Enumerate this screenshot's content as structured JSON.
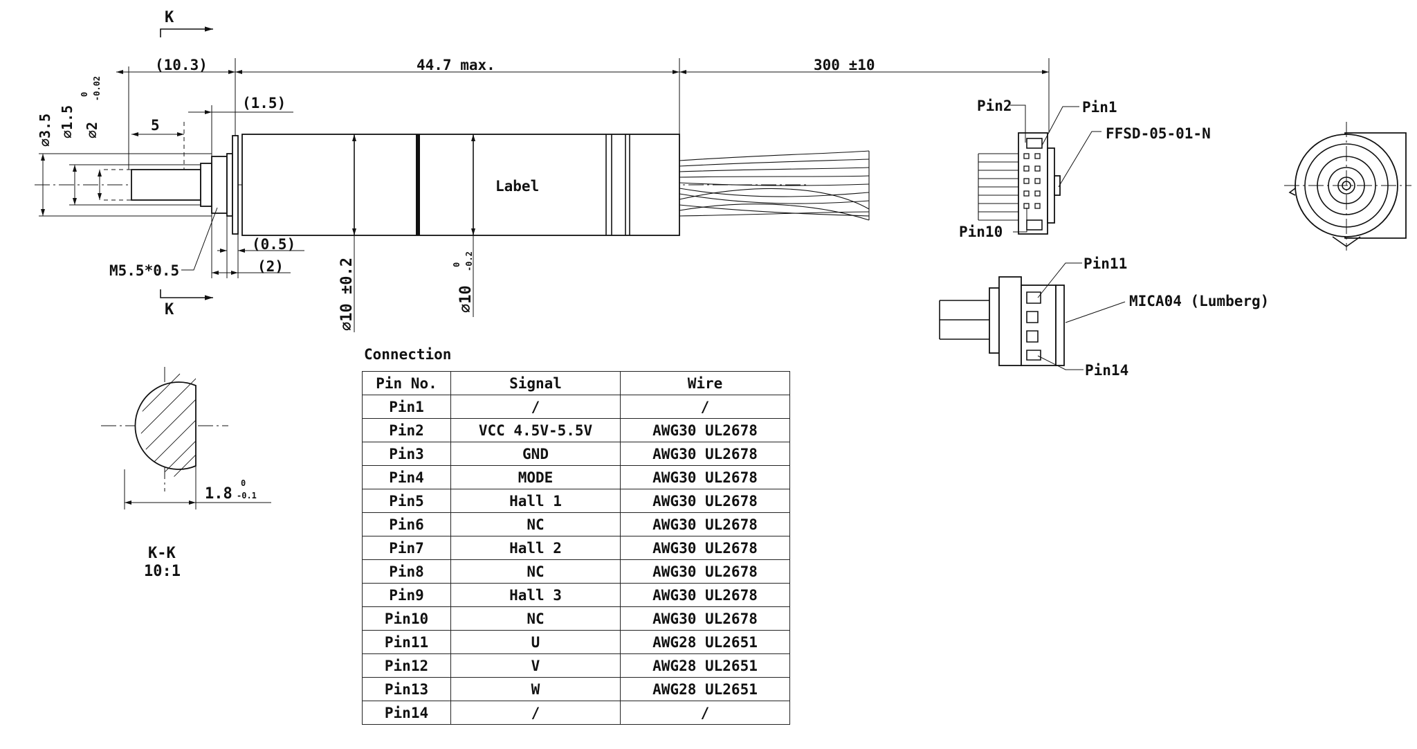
{
  "section_marker": {
    "letter": "K"
  },
  "dimensions": {
    "overall_front": "(10.3)",
    "body_length": "44.7 max.",
    "cable_length": "300 ±10",
    "flange": "(1.5)",
    "shaft_flat": "5",
    "dia_a": "⌀3.5",
    "dia_b": "⌀1.5",
    "dia_shaft": "⌀2",
    "dia_shaft_tol_top": "0",
    "dia_shaft_tol_bottom": "-0.02",
    "gap_small": "(0.5)",
    "gap_two": "(2)",
    "thread": "M5.5*0.5",
    "body_dia_1": "⌀10 ±0.2",
    "body_dia_2": "⌀10",
    "body_dia_2_tol_top": "0",
    "body_dia_2_tol_bottom": "-0.2",
    "flat_depth": "1.8",
    "flat_depth_tol_top": "0",
    "flat_depth_tol_bottom": "-0.1"
  },
  "labels": {
    "body_label": "Label",
    "pin2": "Pin2",
    "pin1": "Pin1",
    "pin10": "Pin10",
    "connector_a": "FFSD-05-01-N",
    "pin11": "Pin11",
    "pin14": "Pin14",
    "connector_b": "MICA04 (Lumberg)",
    "section_title": "K-K",
    "section_scale": "10:1"
  },
  "connection": {
    "title": "Connection",
    "headers": [
      "Pin No.",
      "Signal",
      "Wire"
    ],
    "rows": [
      [
        "Pin1",
        "/",
        "/"
      ],
      [
        "Pin2",
        "VCC 4.5V-5.5V",
        "AWG30 UL2678"
      ],
      [
        "Pin3",
        "GND",
        "AWG30 UL2678"
      ],
      [
        "Pin4",
        "MODE",
        "AWG30 UL2678"
      ],
      [
        "Pin5",
        "Hall 1",
        "AWG30 UL2678"
      ],
      [
        "Pin6",
        "NC",
        "AWG30 UL2678"
      ],
      [
        "Pin7",
        "Hall 2",
        "AWG30 UL2678"
      ],
      [
        "Pin8",
        "NC",
        "AWG30 UL2678"
      ],
      [
        "Pin9",
        "Hall 3",
        "AWG30 UL2678"
      ],
      [
        "Pin10",
        "NC",
        "AWG30 UL2678"
      ],
      [
        "Pin11",
        "U",
        "AWG28 UL2651"
      ],
      [
        "Pin12",
        "V",
        "AWG28 UL2651"
      ],
      [
        "Pin13",
        "W",
        "AWG28 UL2651"
      ],
      [
        "Pin14",
        "/",
        "/"
      ]
    ]
  }
}
